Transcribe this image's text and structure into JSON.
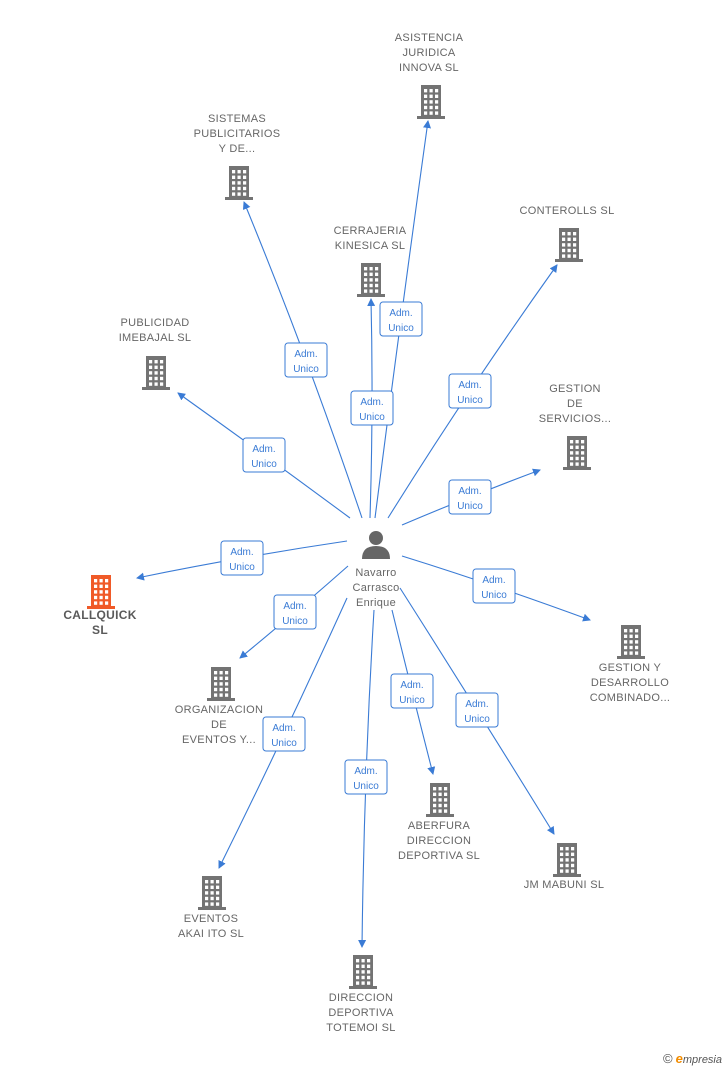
{
  "colors": {
    "edge": "#3a7bd5",
    "node": "#737373",
    "highlight": "#f05a28",
    "person": "#666666"
  },
  "center": {
    "label": [
      "Navarro",
      "Carrasco",
      "Enrique"
    ],
    "icon": "person-icon"
  },
  "nodes": [
    {
      "id": "asistencia",
      "label": [
        "ASISTENCIA",
        "JURIDICA",
        "INNOVA  SL"
      ],
      "icon": "building-icon"
    },
    {
      "id": "sistemas",
      "label": [
        "SISTEMAS",
        "PUBLICITARIOS",
        "Y DE..."
      ],
      "icon": "building-icon"
    },
    {
      "id": "cerrajeria",
      "label": [
        "CERRAJERIA",
        "KINESICA  SL"
      ],
      "icon": "building-icon"
    },
    {
      "id": "conterolls",
      "label": [
        "CONTEROLLS SL"
      ],
      "icon": "building-icon"
    },
    {
      "id": "publicidad",
      "label": [
        "PUBLICIDAD",
        "IMEBAJAL  SL"
      ],
      "icon": "building-icon"
    },
    {
      "id": "gestion-servicios",
      "label": [
        "GESTION",
        "DE",
        "SERVICIOS..."
      ],
      "icon": "building-icon"
    },
    {
      "id": "callquick",
      "label": [
        "CALLQUICK",
        "SL"
      ],
      "icon": "building-icon",
      "highlight": true
    },
    {
      "id": "organizacion",
      "label": [
        "ORGANIZACION",
        "DE",
        "EVENTOS Y..."
      ],
      "icon": "building-icon"
    },
    {
      "id": "gestion-desarrollo",
      "label": [
        "GESTION Y",
        "DESARROLLO",
        "COMBINADO..."
      ],
      "icon": "building-icon"
    },
    {
      "id": "aberfura",
      "label": [
        "ABERFURA",
        "DIRECCION",
        "DEPORTIVA  SL"
      ],
      "icon": "building-icon"
    },
    {
      "id": "jm-mabuni",
      "label": [
        "JM MABUNI SL"
      ],
      "icon": "building-icon"
    },
    {
      "id": "eventos-akai",
      "label": [
        "EVENTOS",
        "AKAI ITO  SL"
      ],
      "icon": "building-icon"
    },
    {
      "id": "direccion-totemoi",
      "label": [
        "DIRECCION",
        "DEPORTIVA",
        "TOTEMOI  SL"
      ],
      "icon": "building-icon"
    }
  ],
  "edges": [
    {
      "target": "asistencia",
      "label": [
        "Adm.",
        "Unico"
      ]
    },
    {
      "target": "sistemas",
      "label": [
        "Adm.",
        "Unico"
      ]
    },
    {
      "target": "cerrajeria",
      "label": [
        "Adm.",
        "Unico"
      ]
    },
    {
      "target": "conterolls",
      "label": [
        "Adm.",
        "Unico"
      ]
    },
    {
      "target": "publicidad",
      "label": [
        "Adm.",
        "Unico"
      ]
    },
    {
      "target": "gestion-servicios",
      "label": [
        "Adm.",
        "Unico"
      ]
    },
    {
      "target": "callquick",
      "label": [
        "Adm.",
        "Unico"
      ]
    },
    {
      "target": "organizacion",
      "label": [
        "Adm.",
        "Unico"
      ]
    },
    {
      "target": "gestion-desarrollo",
      "label": [
        "Adm.",
        "Unico"
      ]
    },
    {
      "target": "aberfura",
      "label": [
        "Adm.",
        "Unico"
      ]
    },
    {
      "target": "jm-mabuni",
      "label": [
        "Adm.",
        "Unico"
      ]
    },
    {
      "target": "eventos-akai",
      "label": [
        "Adm.",
        "Unico"
      ]
    },
    {
      "target": "direccion-totemoi",
      "label": [
        "Adm.",
        "Unico"
      ]
    }
  ],
  "brand": {
    "copyright": "©",
    "initial": "e",
    "name": "mpresia"
  }
}
